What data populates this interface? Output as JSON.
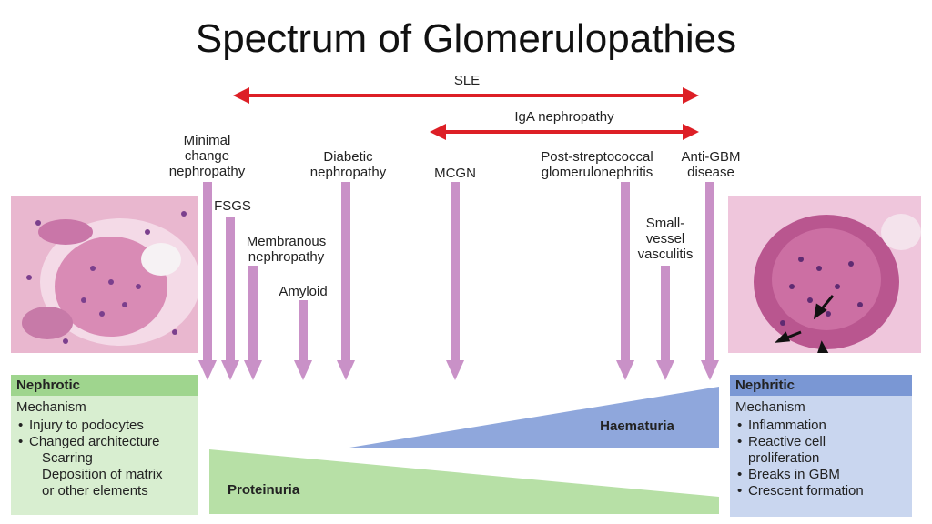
{
  "title": "Spectrum of Glomerulopathies",
  "ranges": {
    "sle": "SLE",
    "iga": "IgA nephropathy"
  },
  "diseases": {
    "minimal_change": "Minimal\nchange\nnephropathy",
    "fsgs": "FSGS",
    "membranous": "Membranous\nnephropathy",
    "amyloid": "Amyloid",
    "diabetic": "Diabetic\nnephropathy",
    "mcgn": "MCGN",
    "post_strep": "Post-streptococcal\nglomerulonephritis",
    "small_vessel": "Small-\nvessel\nvasculitis",
    "anti_gbm": "Anti-GBM\ndisease"
  },
  "nephrotic": {
    "heading": "Nephrotic",
    "mechanism": "Mechanism",
    "items": [
      "Injury to podocytes",
      "Changed architecture"
    ],
    "subitems": [
      "Scarring",
      "Deposition of matrix",
      "or other elements"
    ]
  },
  "nephritic": {
    "heading": "Nephritic",
    "mechanism": "Mechanism",
    "items": [
      "Inflammation",
      "Reactive cell\nproliferation",
      "Breaks in GBM",
      "Crescent formation"
    ]
  },
  "gradients": {
    "haematuria": "Haematuria",
    "proteinuria": "Proteinuria"
  },
  "colors": {
    "red_arrow": "#dd1f26",
    "purple_arrow": "#c991c7",
    "green_head": "#9fd58e",
    "green_body": "#d8eed0",
    "blue_head": "#7a97d4",
    "blue_body": "#c9d6ef",
    "haematuria": "#8fa7dc",
    "proteinuria": "#b7e0a6"
  }
}
